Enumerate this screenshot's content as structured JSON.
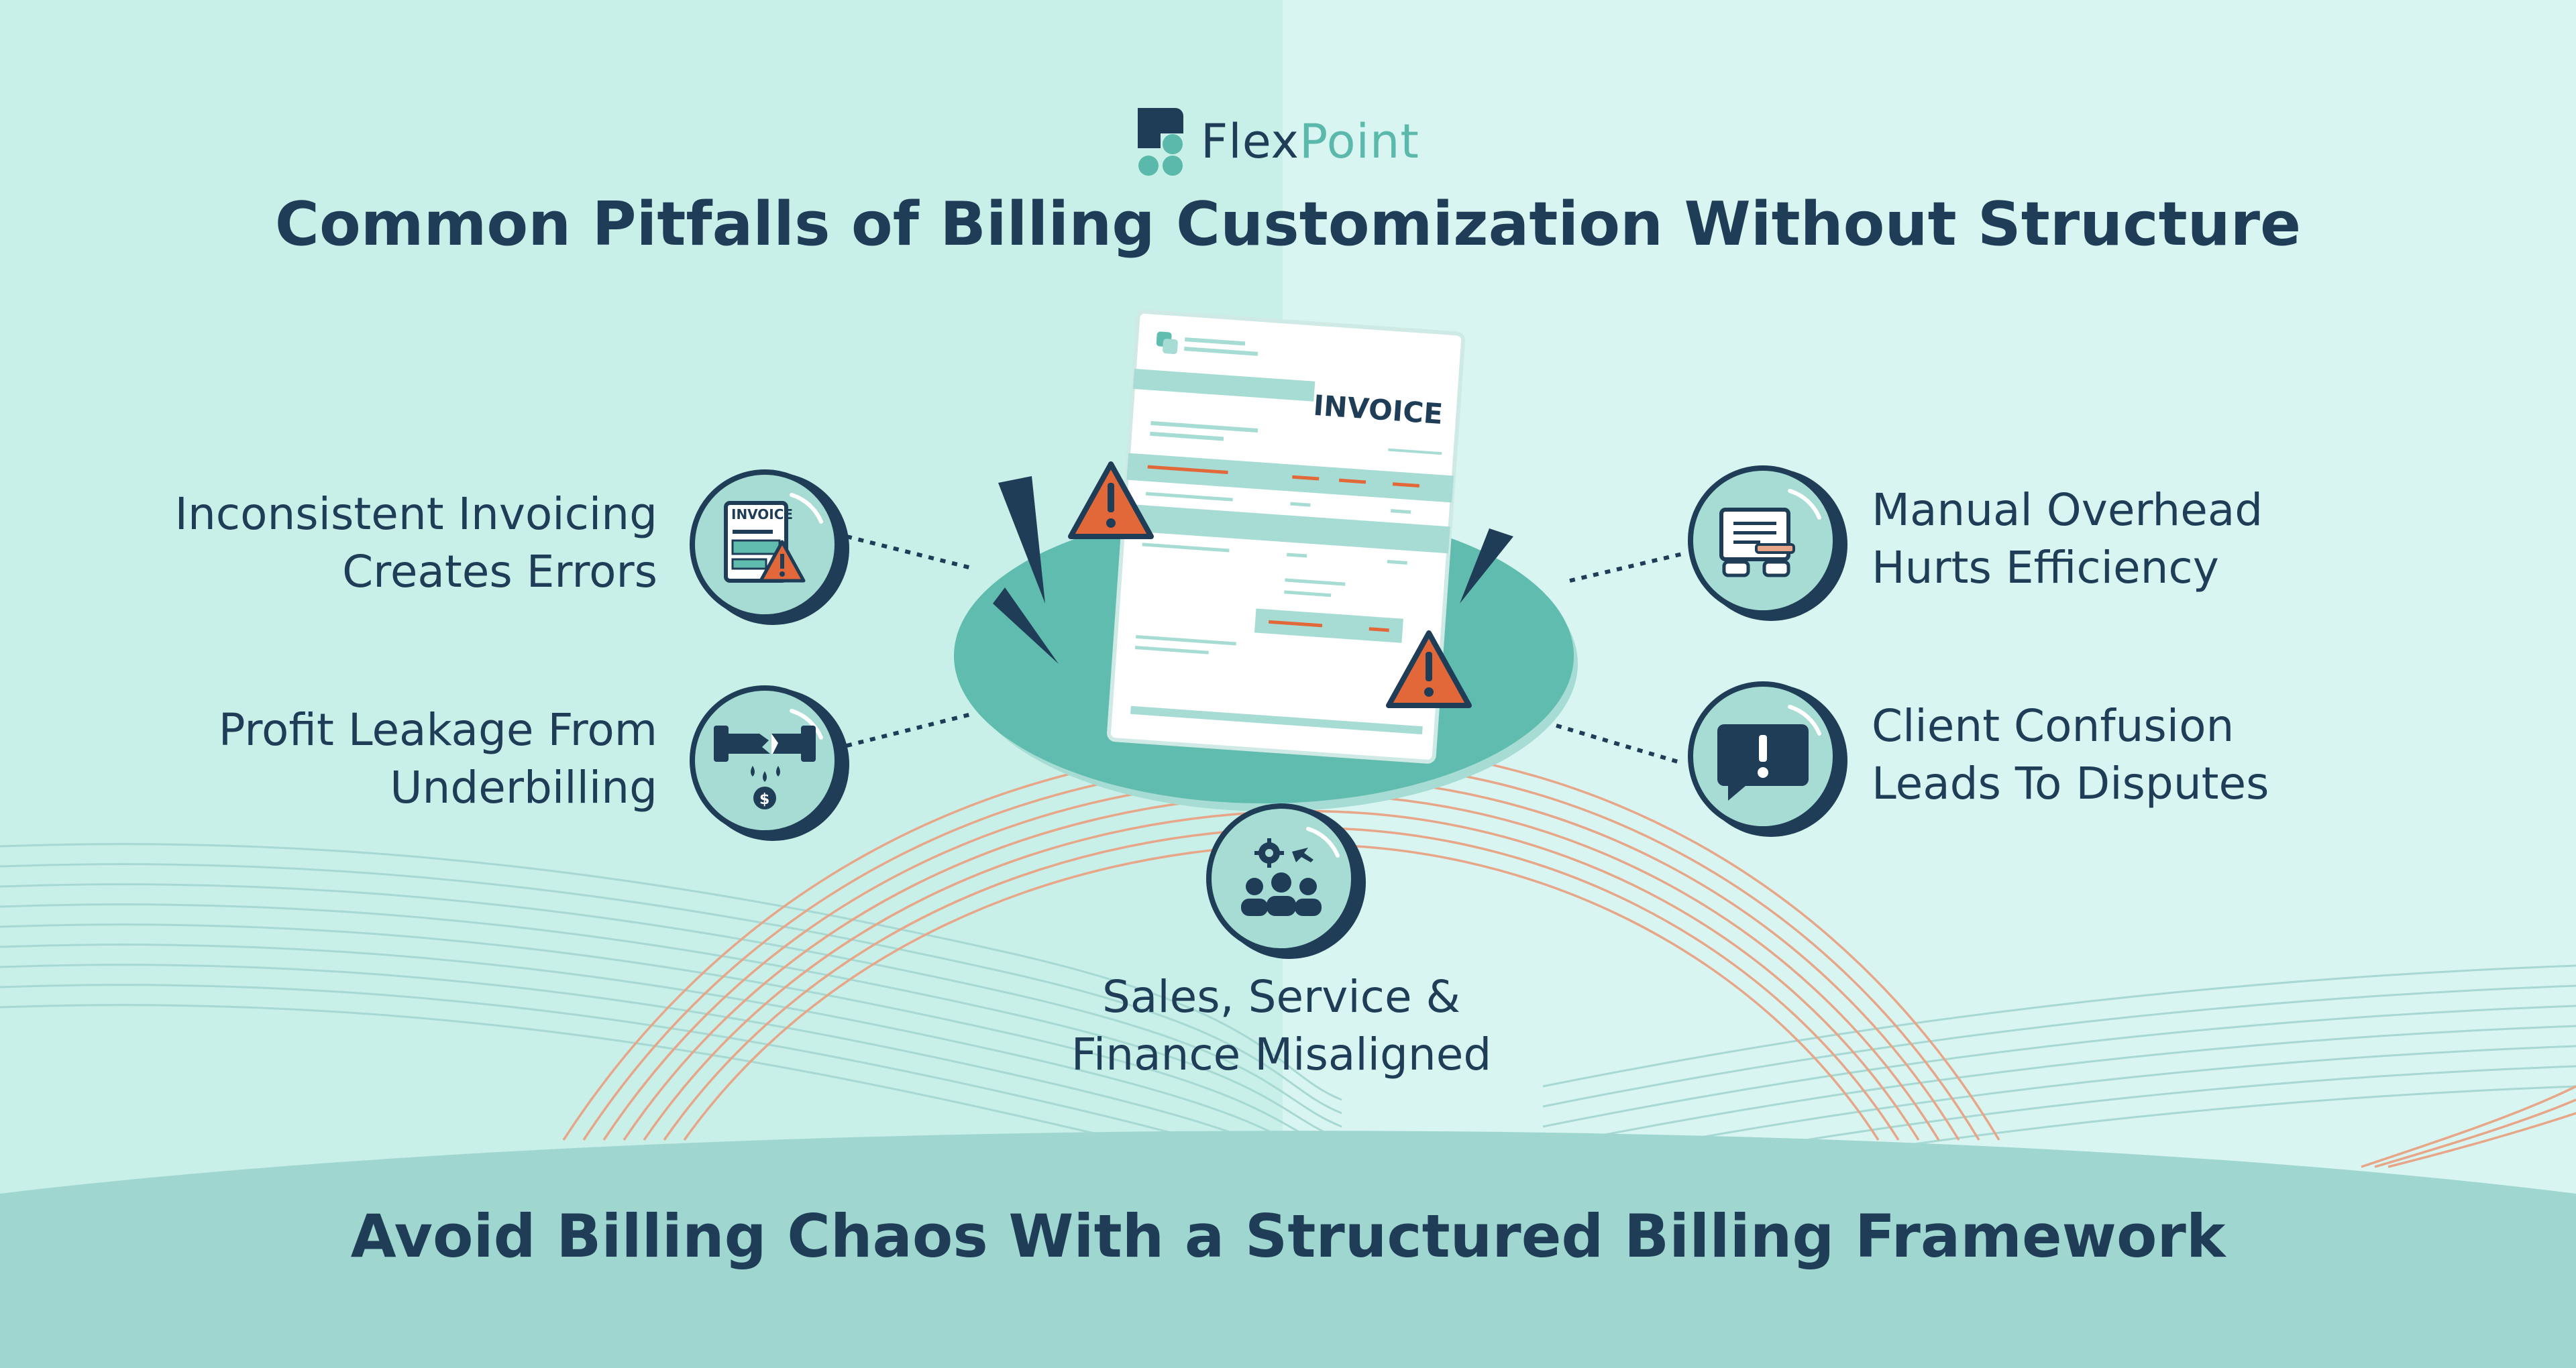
{
  "brand": {
    "name_part1": "Flex",
    "name_part2": "Point"
  },
  "title": "Common Pitfalls of Billing Customization Without Structure",
  "invoice": {
    "heading": "INVOICE",
    "icon_label": "INVOICE"
  },
  "pitfalls": {
    "inconsistent_line1": "Inconsistent Invoicing",
    "inconsistent_line2": "Creates Errors",
    "profit_line1": "Profit Leakage From",
    "profit_line2": "Underbilling",
    "manual_line1": "Manual Overhead",
    "manual_line2": "Hurts Efficiency",
    "client_line1": "Client Confusion",
    "client_line2": "Leads To Disputes",
    "sales_line1": "Sales, Service &",
    "sales_line2": "Finance Misaligned"
  },
  "footer": "Avoid Billing Chaos With a Structured Billing Framework",
  "colors": {
    "navy": "#1f3d57",
    "teal": "#5ab9aa",
    "mint": "#a6dcd3",
    "orange": "#e2683a",
    "peach": "#e8a688"
  }
}
